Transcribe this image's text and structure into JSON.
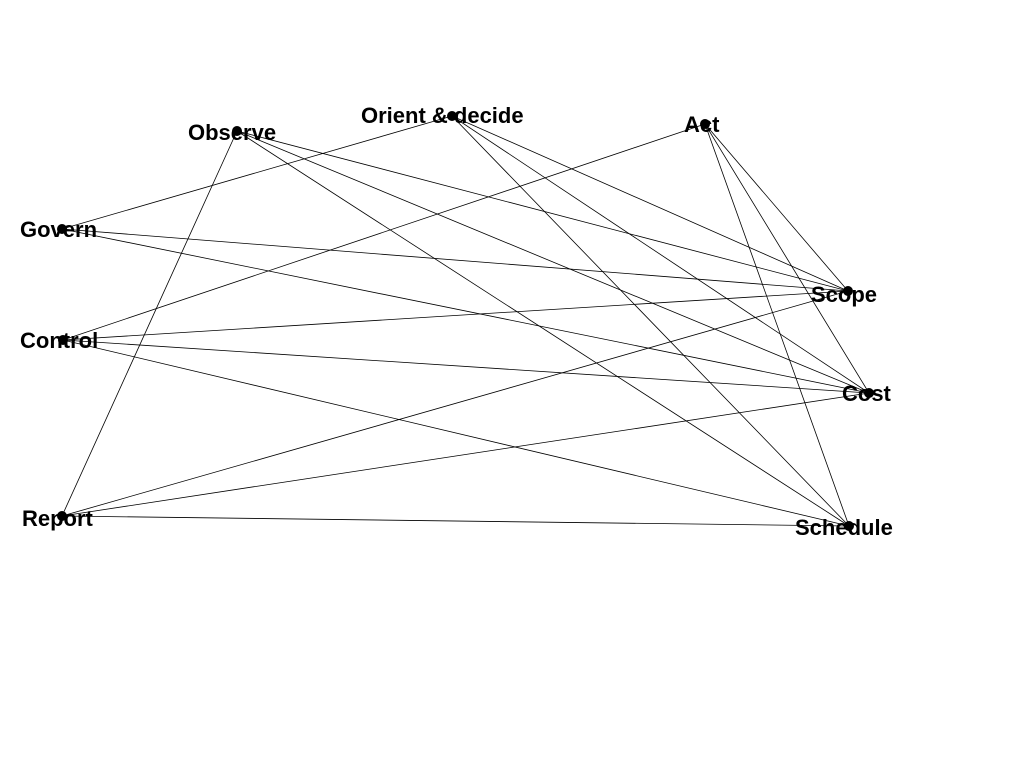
{
  "graph": {
    "nodes": [
      {
        "id": "observe",
        "label": "Observe"
      },
      {
        "id": "orient",
        "label": "Orient & decide"
      },
      {
        "id": "act",
        "label": "Act"
      },
      {
        "id": "govern",
        "label": "Govern"
      },
      {
        "id": "control",
        "label": "Control"
      },
      {
        "id": "report",
        "label": "Report"
      },
      {
        "id": "scope",
        "label": "Scope"
      },
      {
        "id": "cost",
        "label": "Cost"
      },
      {
        "id": "schedule",
        "label": "Schedule"
      }
    ],
    "edges": [
      [
        "observe",
        "scope"
      ],
      [
        "observe",
        "cost"
      ],
      [
        "observe",
        "schedule"
      ],
      [
        "observe",
        "report"
      ],
      [
        "orient",
        "govern"
      ],
      [
        "orient",
        "scope"
      ],
      [
        "orient",
        "cost"
      ],
      [
        "orient",
        "schedule"
      ],
      [
        "act",
        "control"
      ],
      [
        "act",
        "scope"
      ],
      [
        "act",
        "cost"
      ],
      [
        "act",
        "schedule"
      ],
      [
        "govern",
        "scope"
      ],
      [
        "govern",
        "cost"
      ],
      [
        "control",
        "scope"
      ],
      [
        "control",
        "cost"
      ],
      [
        "control",
        "schedule"
      ],
      [
        "report",
        "scope"
      ],
      [
        "report",
        "cost"
      ],
      [
        "report",
        "schedule"
      ]
    ],
    "colors": {
      "edge": "#000000",
      "node": "#000000",
      "label": "#000000",
      "background": "#ffffff"
    }
  }
}
